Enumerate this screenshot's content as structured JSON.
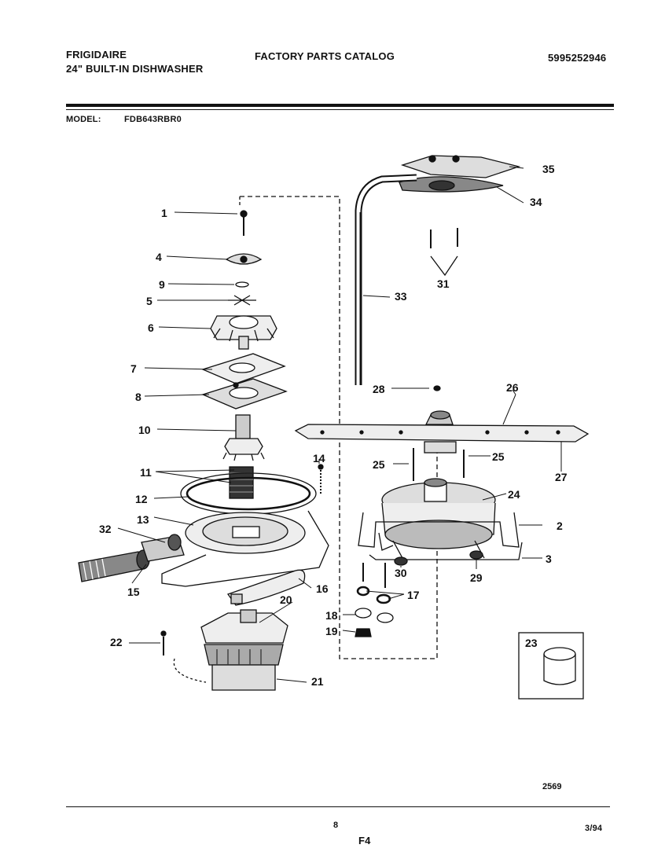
{
  "header": {
    "brand": "FRIGIDAIRE",
    "product": "24\" BUILT-IN DISHWASHER",
    "catalog_title": "FACTORY PARTS CATALOG",
    "catalog_number": "5995252946",
    "model_label": "MODEL:",
    "model_number": "FDB643RBR0"
  },
  "footer": {
    "page_number": "8",
    "section": "F4",
    "date": "3/94",
    "drawing_number": "2569"
  },
  "part_labels": [
    "1",
    "2",
    "3",
    "4",
    "5",
    "6",
    "7",
    "8",
    "9",
    "10",
    "11",
    "12",
    "13",
    "14",
    "15",
    "16",
    "17",
    "18",
    "19",
    "20",
    "21",
    "22",
    "23",
    "24",
    "25",
    "25",
    "26",
    "27",
    "28",
    "29",
    "30",
    "31",
    "32",
    "33",
    "34",
    "35"
  ]
}
